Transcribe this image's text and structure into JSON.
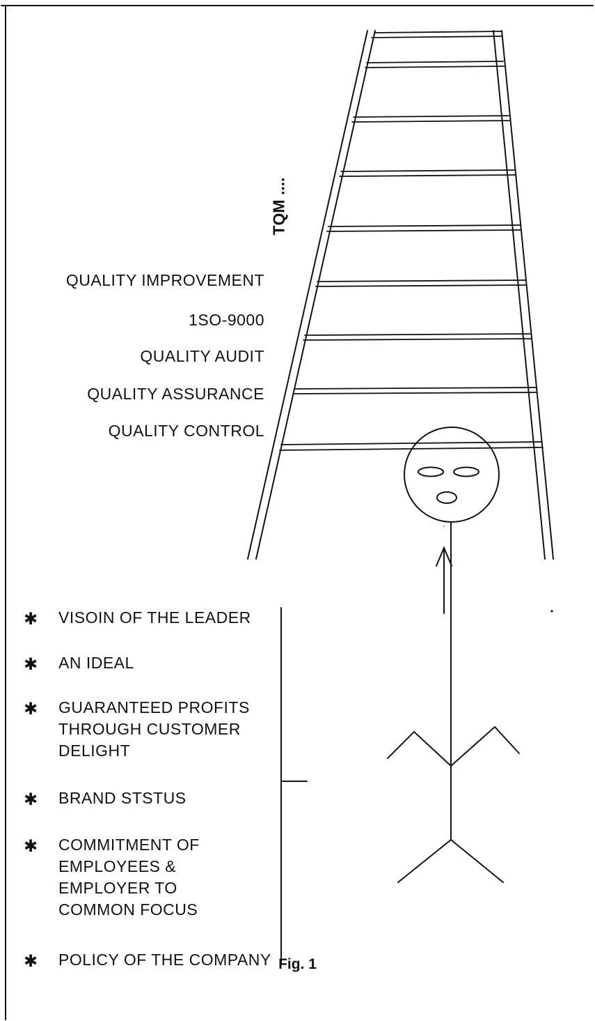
{
  "ladder": {
    "label": "TQM ....",
    "steps": [
      "QUALITY IMPROVEMENT",
      "1SO-9000",
      "QUALITY AUDIT",
      "QUALITY ASSURANCE",
      "QUALITY CONTROL"
    ]
  },
  "bullet_symbol": "✱",
  "attributes": [
    {
      "lines": [
        "VISOIN OF THE LEADER"
      ]
    },
    {
      "lines": [
        "AN IDEAL"
      ]
    },
    {
      "lines": [
        "GUARANTEED PROFITS",
        "THROUGH CUSTOMER",
        "DELIGHT"
      ]
    },
    {
      "lines": [
        "BRAND STSTUS"
      ]
    },
    {
      "lines": [
        "COMMITMENT OF",
        "EMPLOYEES &",
        "EMPLOYER TO",
        "COMMON FOCUS"
      ]
    },
    {
      "lines": [
        "POLICY OF THE COMPANY"
      ]
    }
  ],
  "caption": "Fig. 1"
}
